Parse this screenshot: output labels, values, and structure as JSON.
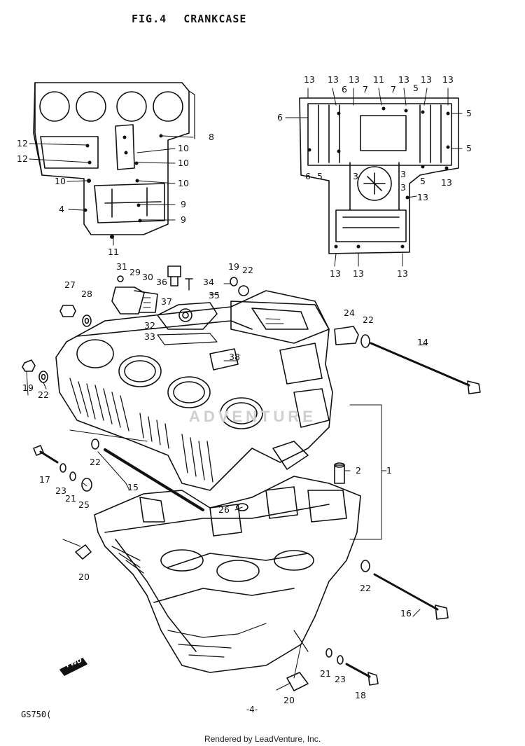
{
  "figure": {
    "number": "FIG.4",
    "name": "CRANKCASE"
  },
  "watermark": "ADVENTURE",
  "direction_tag": "FWD",
  "page_number": "-4-",
  "model_code": "GS750(",
  "footer": "Rendered by LeadVenture, Inc.",
  "callouts": [
    {
      "id": "c1",
      "text": "1"
    },
    {
      "id": "c2",
      "text": "2"
    },
    {
      "id": "c3",
      "text": "3"
    },
    {
      "id": "c3b",
      "text": "3"
    },
    {
      "id": "c3c",
      "text": "3"
    },
    {
      "id": "c4",
      "text": "4"
    },
    {
      "id": "c5a",
      "text": "5"
    },
    {
      "id": "c5b",
      "text": "5"
    },
    {
      "id": "c5c",
      "text": "5"
    },
    {
      "id": "c5d",
      "text": "5"
    },
    {
      "id": "c5e",
      "text": "5"
    },
    {
      "id": "c6a",
      "text": "6"
    },
    {
      "id": "c6b",
      "text": "6"
    },
    {
      "id": "c6c",
      "text": "6"
    },
    {
      "id": "c7a",
      "text": "7"
    },
    {
      "id": "c7b",
      "text": "7"
    },
    {
      "id": "c8",
      "text": "8"
    },
    {
      "id": "c9a",
      "text": "9"
    },
    {
      "id": "c9b",
      "text": "9"
    },
    {
      "id": "c10a",
      "text": "10"
    },
    {
      "id": "c10b",
      "text": "10"
    },
    {
      "id": "c10c",
      "text": "10"
    },
    {
      "id": "c10d",
      "text": "10"
    },
    {
      "id": "c11a",
      "text": "11"
    },
    {
      "id": "c11b",
      "text": "11"
    },
    {
      "id": "c12a",
      "text": "12"
    },
    {
      "id": "c12b",
      "text": "12"
    },
    {
      "id": "c13a",
      "text": "13"
    },
    {
      "id": "c13b",
      "text": "13"
    },
    {
      "id": "c13c",
      "text": "13"
    },
    {
      "id": "c13d",
      "text": "13"
    },
    {
      "id": "c13e",
      "text": "13"
    },
    {
      "id": "c13f",
      "text": "13"
    },
    {
      "id": "c13g",
      "text": "13"
    },
    {
      "id": "c13h",
      "text": "13"
    },
    {
      "id": "c13i",
      "text": "13"
    },
    {
      "id": "c13j",
      "text": "13"
    },
    {
      "id": "c13k",
      "text": "13"
    },
    {
      "id": "c14",
      "text": "14"
    },
    {
      "id": "c15",
      "text": "15"
    },
    {
      "id": "c16",
      "text": "16"
    },
    {
      "id": "c17",
      "text": "17"
    },
    {
      "id": "c18",
      "text": "18"
    },
    {
      "id": "c19a",
      "text": "19"
    },
    {
      "id": "c19b",
      "text": "19"
    },
    {
      "id": "c20a",
      "text": "20"
    },
    {
      "id": "c20b",
      "text": "20"
    },
    {
      "id": "c21a",
      "text": "21"
    },
    {
      "id": "c21b",
      "text": "21"
    },
    {
      "id": "c22a",
      "text": "22"
    },
    {
      "id": "c22b",
      "text": "22"
    },
    {
      "id": "c22c",
      "text": "22"
    },
    {
      "id": "c22d",
      "text": "22"
    },
    {
      "id": "c22e",
      "text": "22"
    },
    {
      "id": "c23a",
      "text": "23"
    },
    {
      "id": "c23b",
      "text": "23"
    },
    {
      "id": "c24",
      "text": "24"
    },
    {
      "id": "c25",
      "text": "25"
    },
    {
      "id": "c26",
      "text": "26"
    },
    {
      "id": "c27",
      "text": "27"
    },
    {
      "id": "c28",
      "text": "28"
    },
    {
      "id": "c29",
      "text": "29"
    },
    {
      "id": "c30",
      "text": "30"
    },
    {
      "id": "c31",
      "text": "31"
    },
    {
      "id": "c32",
      "text": "32"
    },
    {
      "id": "c33",
      "text": "33"
    },
    {
      "id": "c34",
      "text": "34"
    },
    {
      "id": "c35",
      "text": "35"
    },
    {
      "id": "c36",
      "text": "36"
    },
    {
      "id": "c37",
      "text": "37"
    },
    {
      "id": "c38",
      "text": "38"
    }
  ]
}
